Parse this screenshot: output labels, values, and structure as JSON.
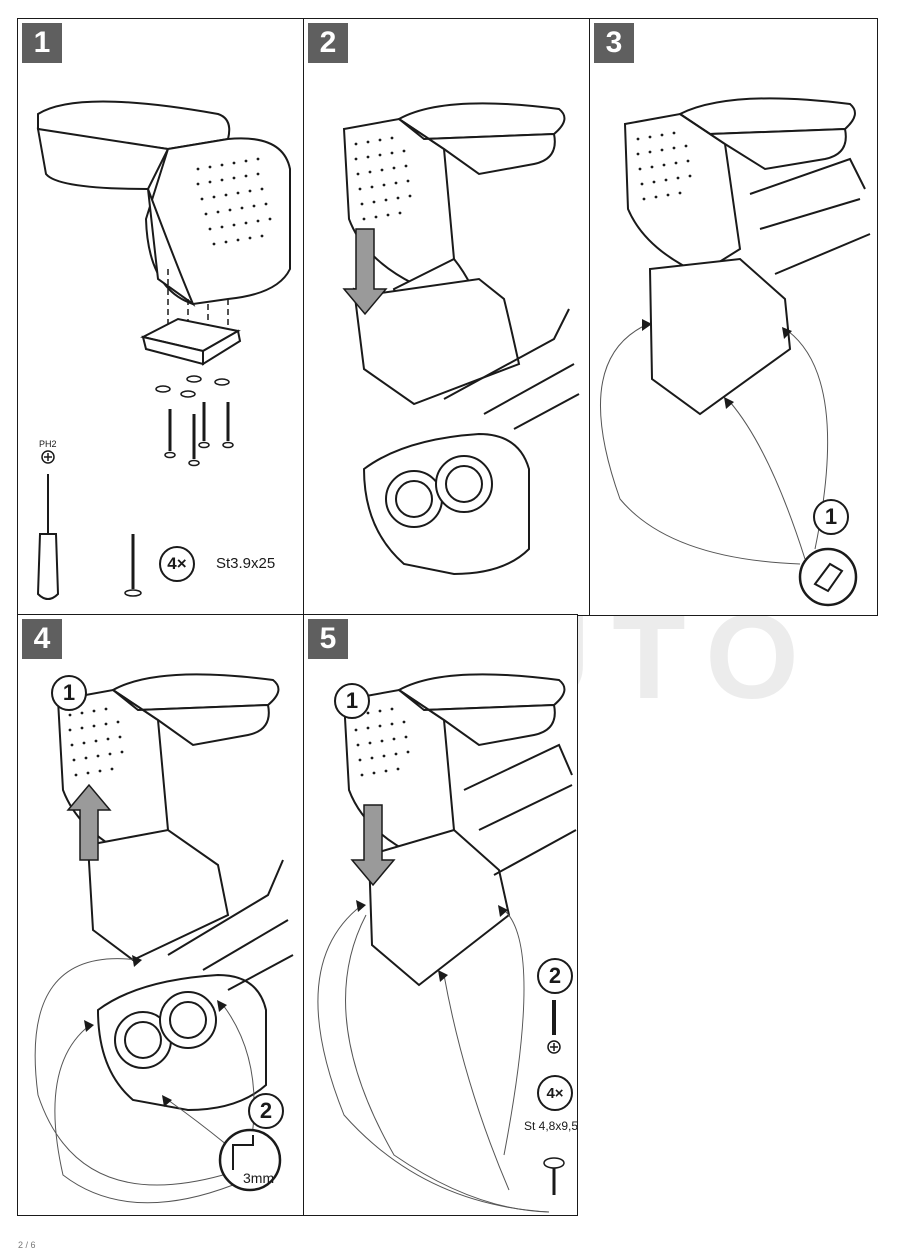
{
  "watermark": "AG AUTO",
  "steps": [
    {
      "number": "1",
      "tool_label": "PH2",
      "qty": "4×",
      "screw_spec": "St3.9x25"
    },
    {
      "number": "2"
    },
    {
      "number": "3",
      "callout": "1"
    },
    {
      "number": "4",
      "callout_a": "1",
      "callout_b": "2",
      "drill_size": "3mm"
    },
    {
      "number": "5",
      "callout_a": "1",
      "callout_b": "2",
      "qty": "4×",
      "screw_spec": "St 4,8x9,5"
    }
  ],
  "footer": "2 / 6"
}
